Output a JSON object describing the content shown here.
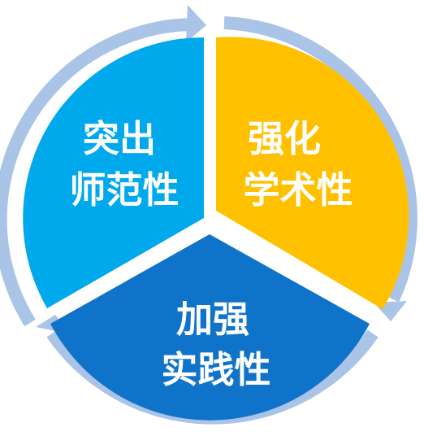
{
  "diagram": {
    "segments": [
      {
        "id": "left",
        "line1": "突出",
        "line2": "师范性",
        "color": "#00A9EC"
      },
      {
        "id": "right",
        "line1": "强化",
        "line2": "学术性",
        "color": "#FFC000"
      },
      {
        "id": "bottom",
        "line1": "加强",
        "line2": "实践性",
        "color": "#0F74C9"
      }
    ],
    "arrow_ring_color": "#A9C4E7",
    "background_color": "#FFFFFF"
  }
}
